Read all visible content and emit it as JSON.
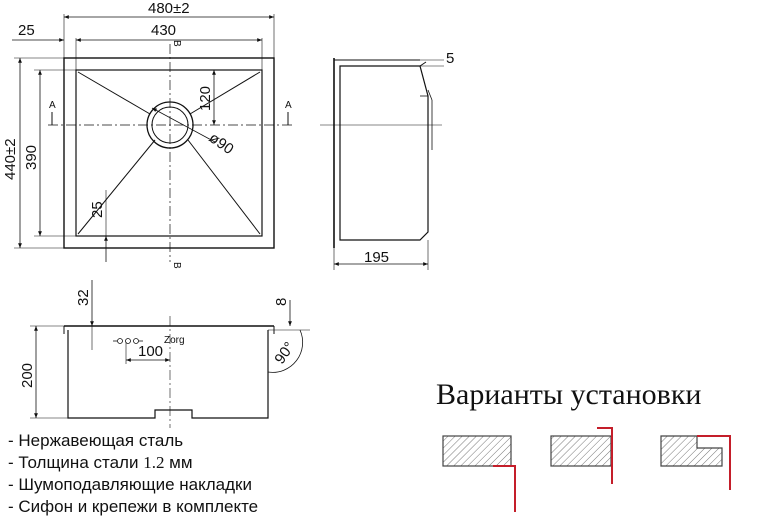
{
  "top_view": {
    "dim_overall_width": "480±2",
    "dim_rim_offset": "25",
    "dim_bowl_width": "430",
    "dim_overall_depth": "440±2",
    "dim_bowl_depth": "390",
    "dim_drain_offset": "120",
    "dim_drain_diameter": "ø90",
    "dim_corner_radius": "25",
    "section_a": "A",
    "section_b": "B"
  },
  "side_view": {
    "dim_height": "195",
    "dim_rim": "5"
  },
  "front_section": {
    "dim_height": "200",
    "dim_left": "32",
    "dim_right": "8",
    "dim_overflow": "100",
    "dim_angle": "90°",
    "brand_mark": "Zorg"
  },
  "specs": [
    {
      "prefix": "- ",
      "text": "Нержавеющая сталь"
    },
    {
      "prefix": "- ",
      "text": "Толщина стали ",
      "value": "1.2",
      "unit": " мм"
    },
    {
      "prefix": "- ",
      "text": "Шумоподавляющие накладки"
    },
    {
      "prefix": "- ",
      "text": "Сифон и крепежи в комплекте"
    }
  ],
  "installation": {
    "title": "Варианты установки",
    "accent_color": "#c41e2a"
  }
}
